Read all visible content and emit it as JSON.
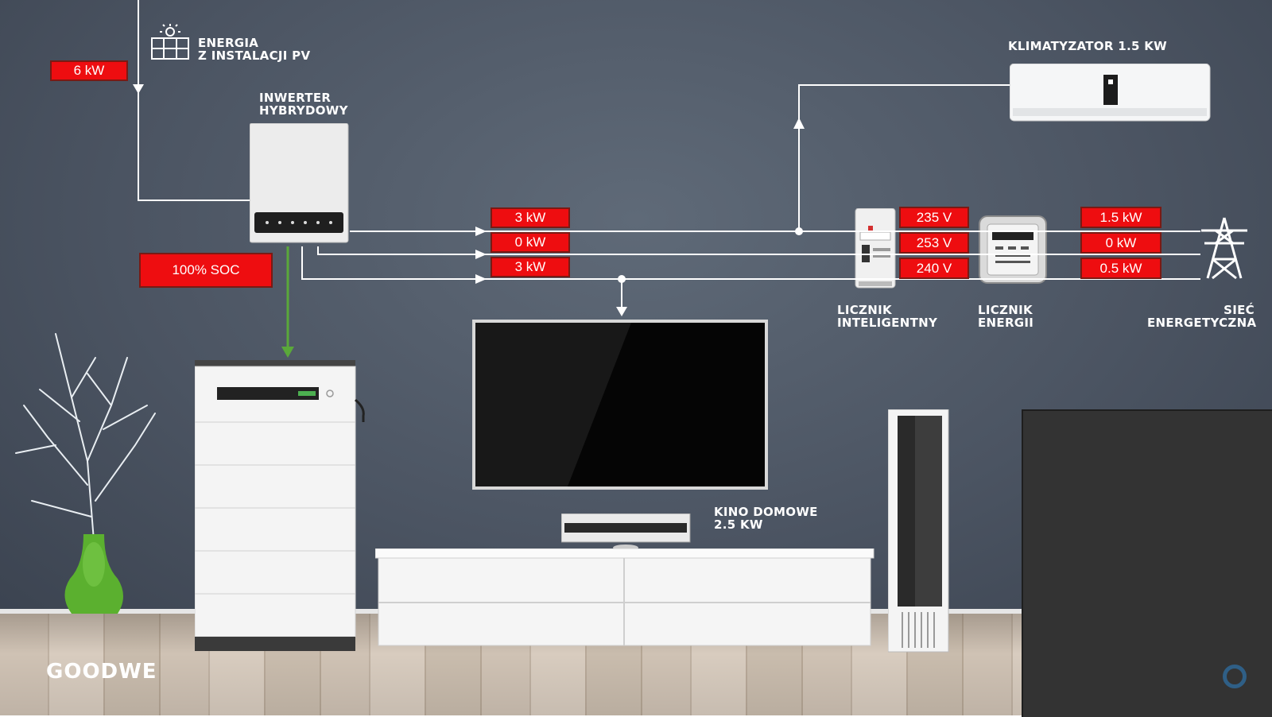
{
  "labels": {
    "pv_source": "ENERGIA\nZ INSTALACJI PV",
    "inverter": "INWERTER\nHYBRYDOWY",
    "air_conditioner": "KLIMATYZATOR 1.5 kW",
    "smart_meter": "LICZNIK\nINTELIGENTNY",
    "energy_meter": "LICZNIK\nENERGII",
    "grid": "SIEĆ\nENERGETYCZNA",
    "home_cinema": "KINO DOMOWE\n2.5 kW"
  },
  "readouts": {
    "pv_power": "6 kW",
    "battery_soc": "100% SOC",
    "line_1_power": "3 kW",
    "line_2_power": "0 kW",
    "line_3_power": "3 kW",
    "voltage_1": "235 V",
    "voltage_2": "253 V",
    "voltage_3": "240 V",
    "grid_1_power": "1.5 kW",
    "grid_2_power": "0 kW",
    "grid_3_power": "0.5 kW"
  },
  "brand": {
    "logo_text": "GOODWE",
    "accent_red": "#ee0d10",
    "flow_green": "#5aa83a",
    "line_white": "#ffffff"
  }
}
